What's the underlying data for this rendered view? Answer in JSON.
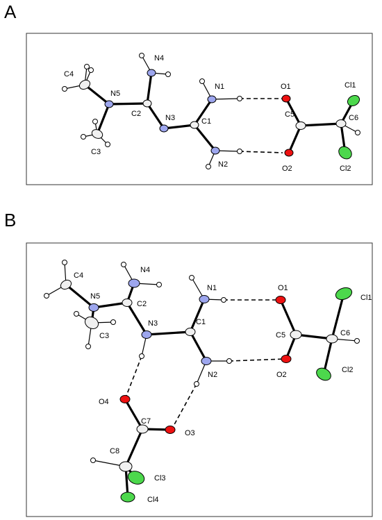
{
  "panels": [
    {
      "letter": "A",
      "labels": [
        "C4",
        "N4",
        "N5",
        "C2",
        "N3",
        "C3",
        "N1",
        "C1",
        "N2",
        "O1",
        "C5",
        "O2",
        "C6",
        "Cl1",
        "Cl2"
      ]
    },
    {
      "letter": "B",
      "labels": [
        "C4",
        "N4",
        "N5",
        "C2",
        "N3",
        "C3",
        "N1",
        "C1",
        "N2",
        "O1",
        "C5",
        "O2",
        "C6",
        "Cl1",
        "Cl2",
        "O4",
        "C7",
        "O3",
        "C8",
        "Cl3",
        "Cl4"
      ]
    }
  ],
  "colors": {
    "carbon": "#f0f0f0",
    "nitrogen": "#9da6ee",
    "oxygen": "#ee1111",
    "chlorine": "#4cd84c",
    "hydrogen": "#ffffff"
  }
}
